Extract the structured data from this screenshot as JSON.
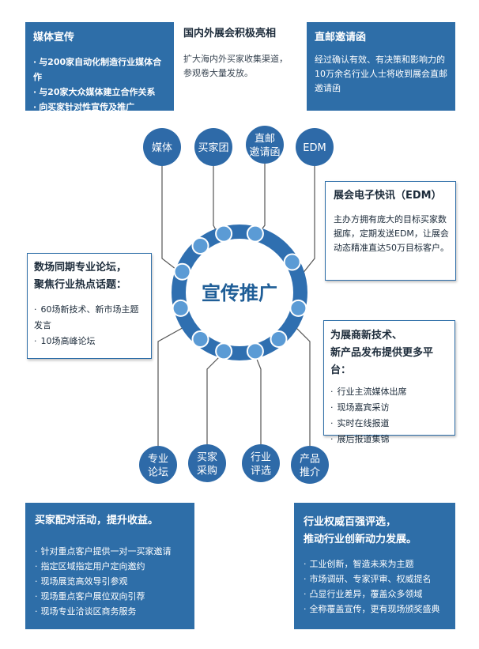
{
  "center": "宣传推广",
  "top_nodes": [
    {
      "lines": [
        "媒体"
      ]
    },
    {
      "lines": [
        "买家团"
      ]
    },
    {
      "lines": [
        "直邮",
        "邀请函"
      ]
    },
    {
      "lines": [
        "EDM"
      ]
    }
  ],
  "bottom_nodes": [
    {
      "lines": [
        "专业",
        "论坛"
      ]
    },
    {
      "lines": [
        "买家",
        "采购"
      ]
    },
    {
      "lines": [
        "行业",
        "评选"
      ]
    },
    {
      "lines": [
        "产品",
        "推介"
      ]
    }
  ],
  "media": {
    "title": "媒体宣传",
    "items": [
      "与200家自动化制造行业媒体合作",
      "与20家大众媒体建立合作关系",
      "向买家针对性宣传及推广"
    ]
  },
  "buyers": {
    "title": "国内外展会积极亮相",
    "text": "扩大海内外买家收集渠道，参观卷大量发放。"
  },
  "direct_mail": {
    "title": "直邮邀请函",
    "text": "经过确认有效、有决策和影响力的10万余名行业人士将收到展会直邮邀请函"
  },
  "edm": {
    "title": "展会电子快讯（EDM）",
    "text": "主办方拥有庞大的目标买家数据库，定期发送EDM，让展会动态精准直达50万目标客户。"
  },
  "forum": {
    "title_lines": [
      "数场同期专业论坛，",
      "聚焦行业热点话题："
    ],
    "items": [
      "60场新技术、新市场主题发言",
      "10场高峰论坛"
    ]
  },
  "products": {
    "title_lines": [
      "为展商新技术、",
      "新产品发布提供更多平台："
    ],
    "items": [
      "行业主流媒体出席",
      "现场嘉宾采访",
      "实时在线报道",
      "展后报道集锦"
    ]
  },
  "matching": {
    "title": "买家配对活动，提升收益。",
    "items": [
      "针对重点客户提供一对一买家邀请",
      "指定区域指定用户定向邀约",
      "现场展览高效导引参观",
      "现场重点客户展位双向引荐",
      "现场专业洽谈区商务服务"
    ]
  },
  "awards": {
    "title_lines": [
      "行业权威百强评选，",
      "推动行业创新动力发展。"
    ],
    "items": [
      "工业创新，智造未来为主题",
      "市场调研、专家评审、权威提名",
      "凸显行业差异，覆盖众多领域",
      "全称覆盖宣传，更有现场颁奖盛典"
    ]
  },
  "colors": {
    "primary": "#2e6ea8",
    "ring": "#2f6fb0",
    "ring_dot": "#5b9bd5",
    "node": "#2e6aa8"
  }
}
